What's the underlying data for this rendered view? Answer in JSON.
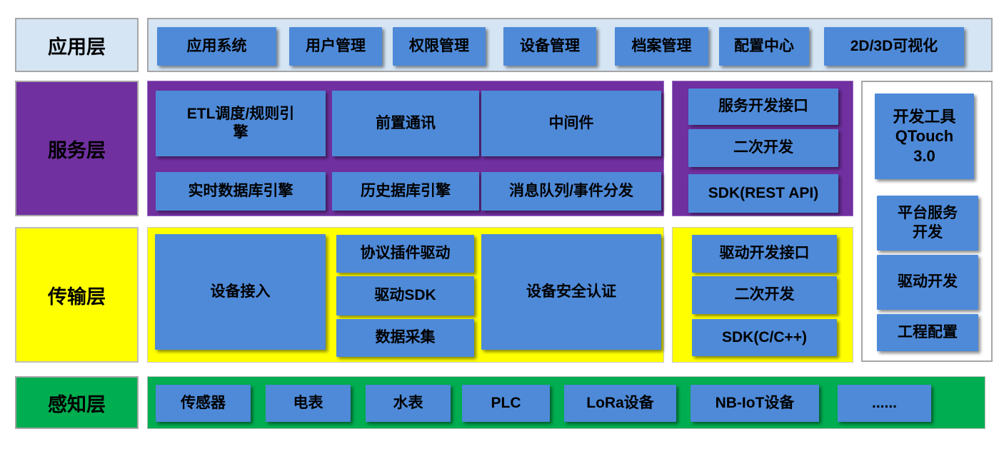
{
  "colors": {
    "app_layer_bg": "#d5e5f4",
    "service_layer_bg": "#7030a0",
    "transport_layer_bg": "#ffff00",
    "perception_layer_bg": "#00ad50",
    "block_blue": "#4e8ad8"
  },
  "app_layer": {
    "label": "应用层",
    "items": [
      "应用系统",
      "用户管理",
      "权限管理",
      "设备管理",
      "档案管理",
      "配置中心",
      "2D/3D可视化"
    ]
  },
  "service_layer": {
    "label": "服务层",
    "row1": [
      "ETL调度/规则引\n擎",
      "前置通讯",
      "中间件"
    ],
    "row2": [
      "实时数据库引擎",
      "历史据库引擎",
      "消息队列/事件分发"
    ],
    "side": [
      "服务开发接口",
      "二次开发",
      "SDK(REST API)"
    ]
  },
  "dev_panel": {
    "items": [
      "开发工具\nQTouch\n3.0",
      "平台服务\n开发",
      "驱动开发",
      "工程配置"
    ]
  },
  "transport_layer": {
    "label": "传输层",
    "device_access": "设备接入",
    "middle": [
      "协议插件驱动",
      "驱动SDK",
      "数据采集"
    ],
    "security": "设备安全认证",
    "side": [
      "驱动开发接口",
      "二次开发",
      "SDK(C/C++)"
    ]
  },
  "perception_layer": {
    "label": "感知层",
    "items": [
      "传感器",
      "电表",
      "水表",
      "PLC",
      "LoRa设备",
      "NB-IoT设备",
      "......"
    ]
  }
}
